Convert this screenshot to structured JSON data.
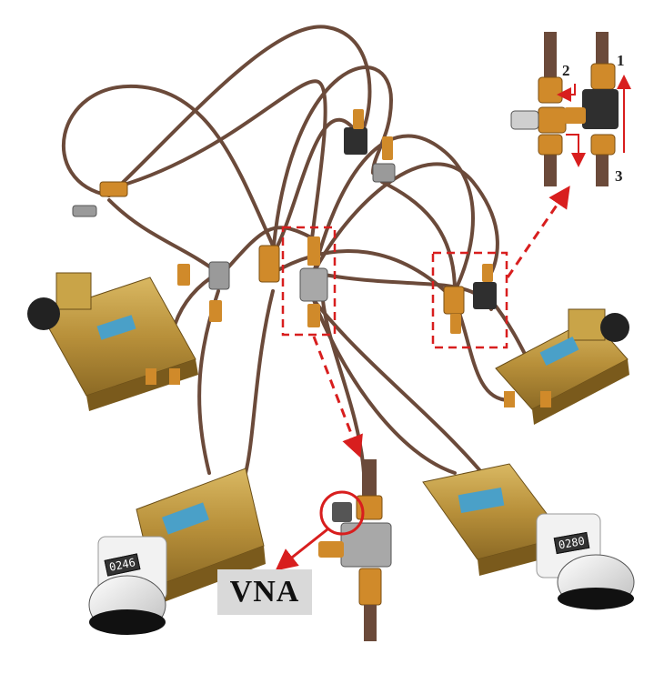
{
  "labels": {
    "vna": "VNA",
    "port_1": "1",
    "port_2": "2",
    "port_3": "3"
  },
  "counters": {
    "left_tuner": "0246",
    "right_tuner": "0280"
  },
  "colors": {
    "annotation_red": "#d81e1e",
    "brass": "#c9a448",
    "cable": "#6b4a3a",
    "connector": "#d08a2a",
    "steel": "#9a9a9a",
    "dark_box": "#2f2f2f",
    "label_box_bg": "#d9d9d9"
  }
}
